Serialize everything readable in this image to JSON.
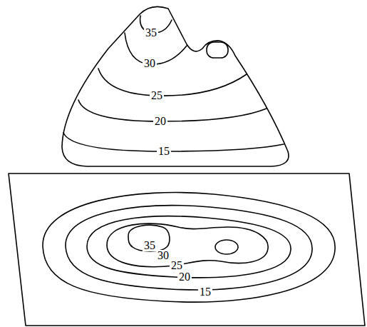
{
  "diagram": {
    "labels": [
      "35",
      "30",
      "25",
      "20",
      "15",
      "35",
      "30",
      "25",
      "20",
      "15"
    ]
  }
}
